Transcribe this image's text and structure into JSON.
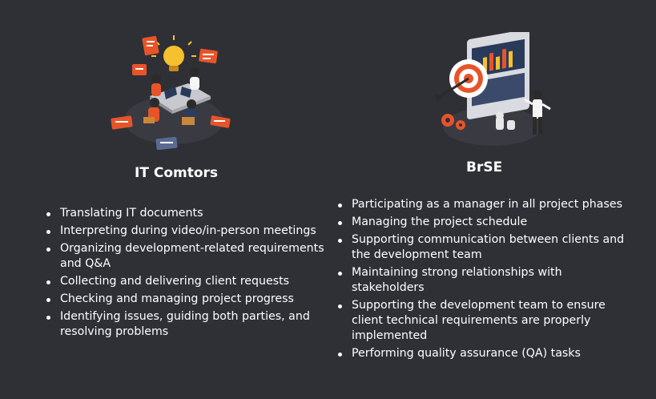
{
  "columns": [
    {
      "title": "IT Comtors",
      "items": [
        "Translating IT documents",
        "Interpreting during video/in-person meetings",
        "Organizing development-related requirements and Q&A",
        "Collecting and delivering client requests",
        "Checking and managing project progress",
        "Identifying issues, guiding both parties, and resolving problems"
      ]
    },
    {
      "title": "BrSE",
      "items": [
        "Participating as a manager in all project phases",
        "Managing the project schedule",
        "Supporting communication between clients and the development team",
        "Maintaining strong relationships with stakeholders",
        "Supporting the development team to ensure client technical requirements are properly implemented",
        "Performing quality assurance (QA) tasks"
      ]
    }
  ],
  "illustrations": {
    "left": "team-meeting-lightbulb-illustration",
    "right": "target-dashboard-illustration"
  },
  "colors": {
    "background": "#2f3036",
    "accent_orange": "#e8542a",
    "text": "#ffffff"
  }
}
